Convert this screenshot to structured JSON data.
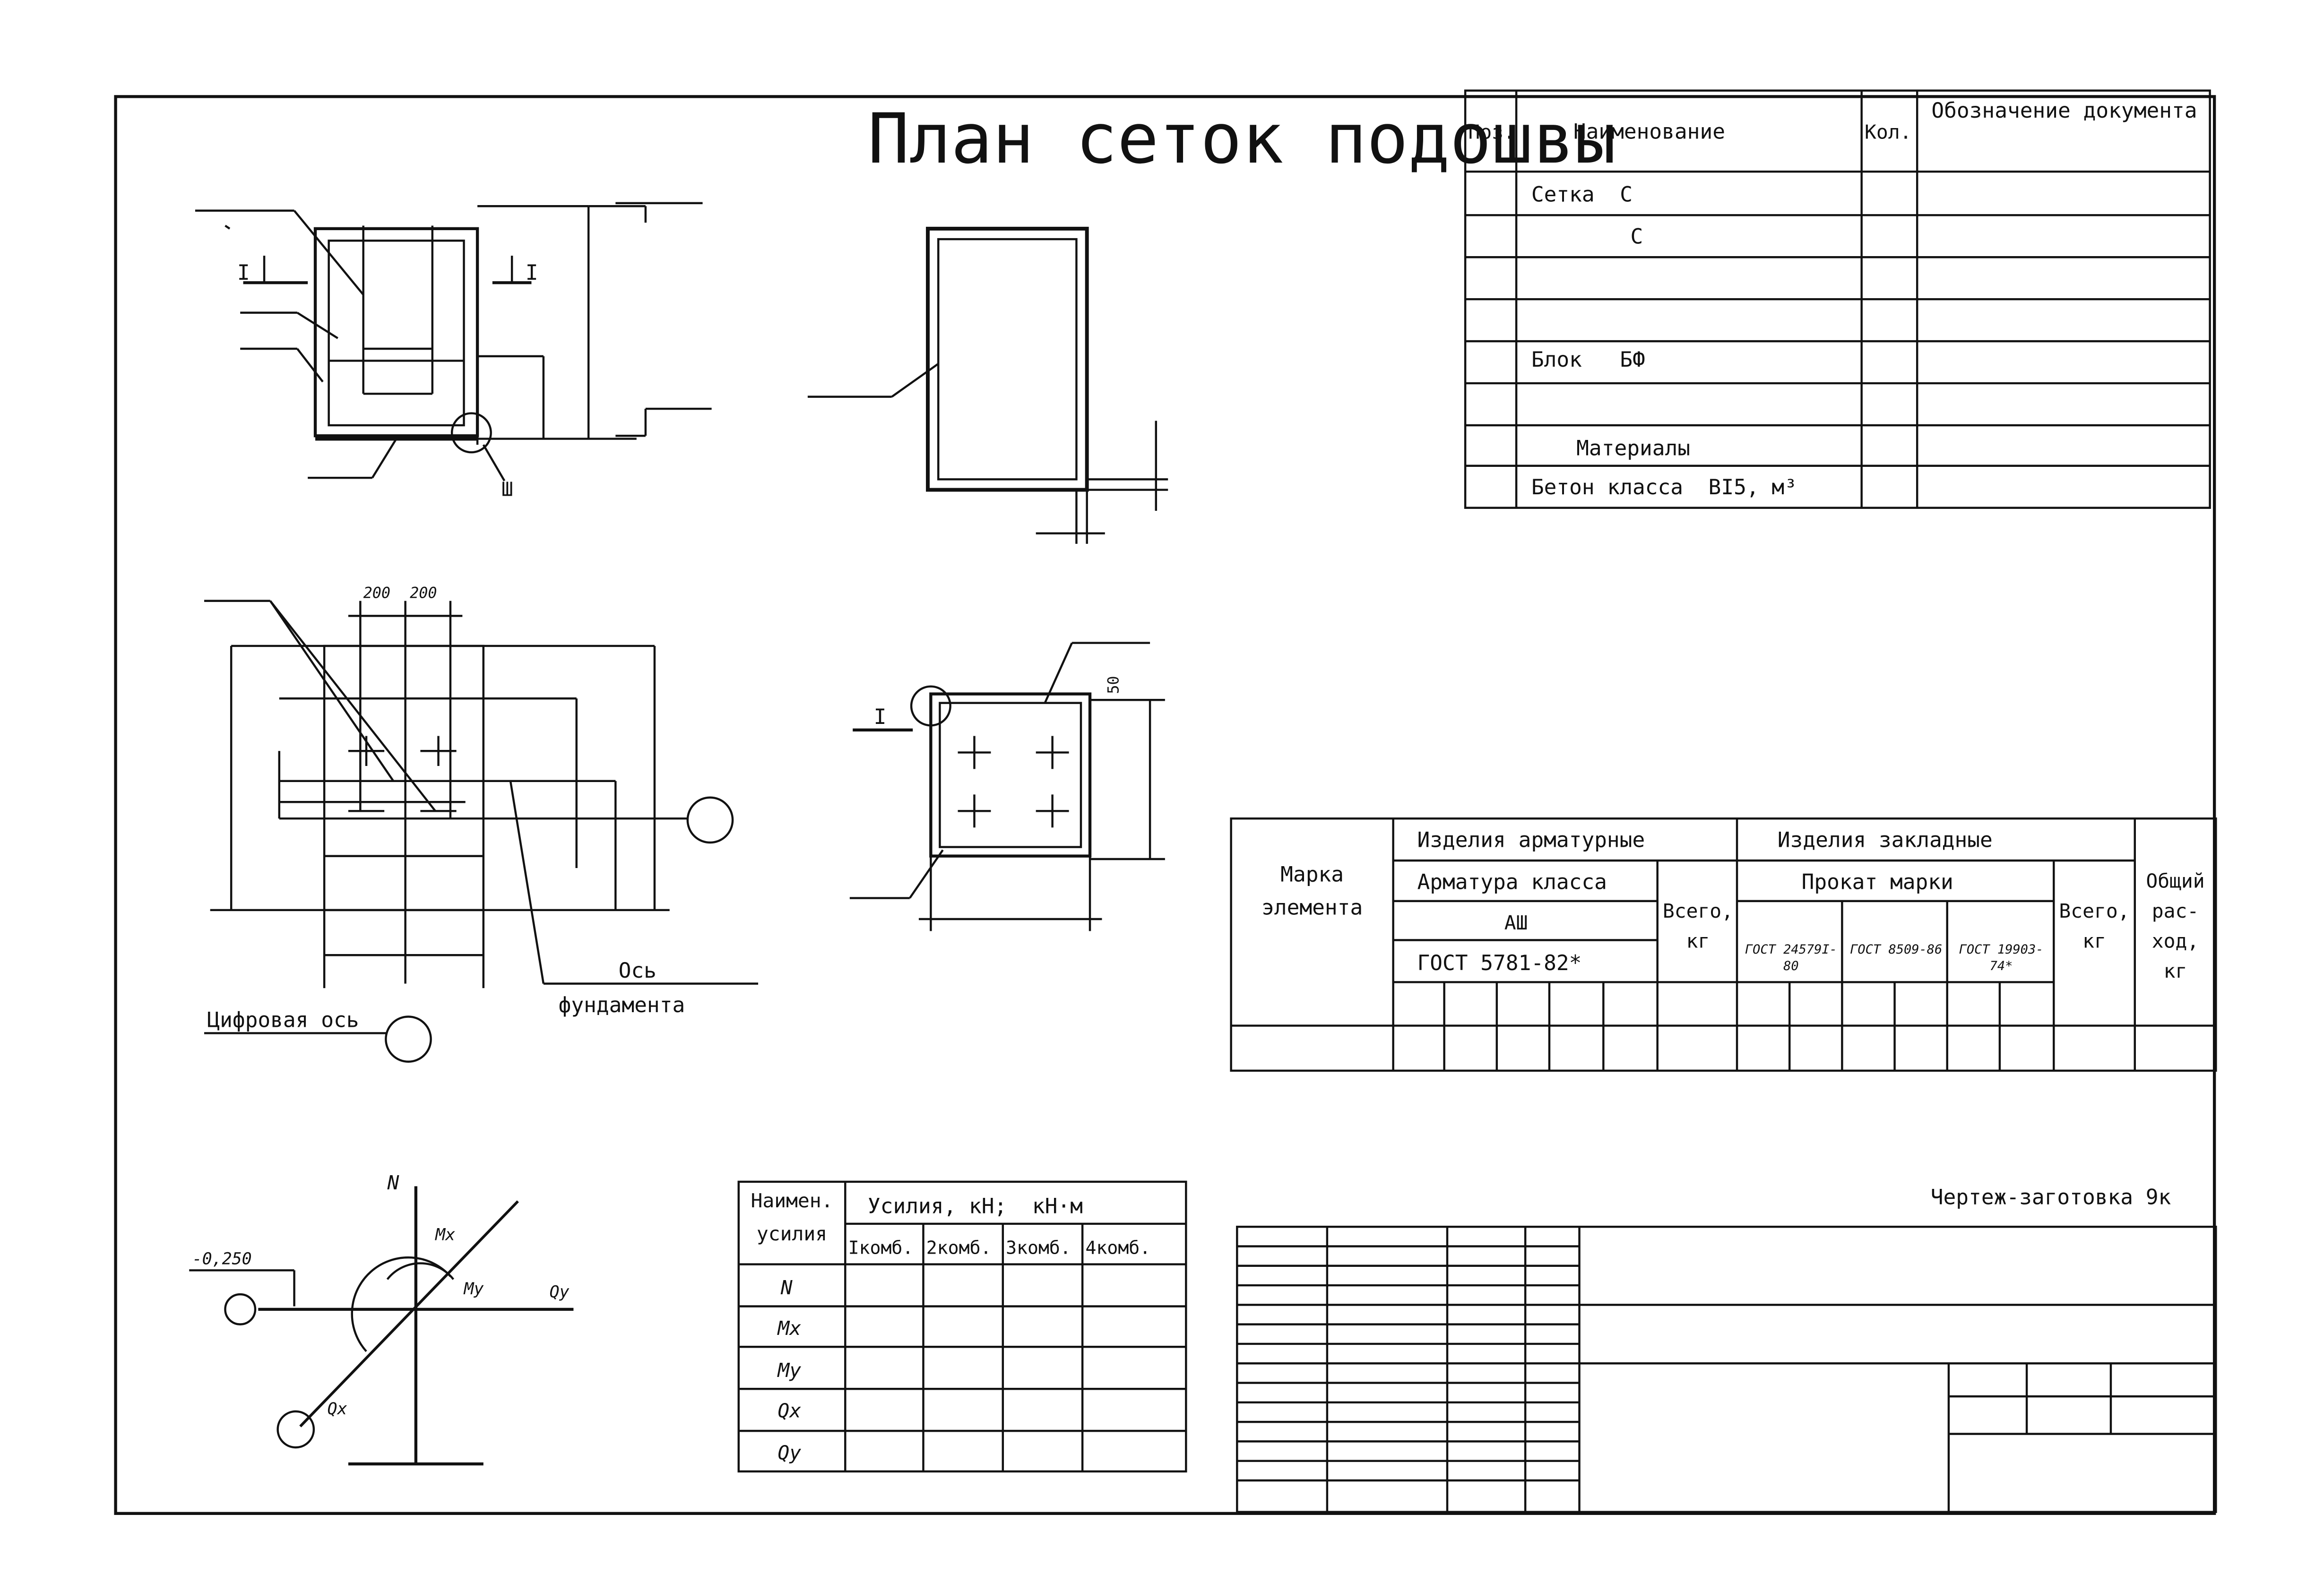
{
  "title_plan": "План сеток подошвы",
  "marks": {
    "section_i_left": "I",
    "section_i_right": "I",
    "node_iii": "Ш",
    "node_i": "I",
    "dim_200_a": "200",
    "dim_200_b": "200",
    "dim_50": "50",
    "axis_label_1": "Ось",
    "axis_label_2": "фундамента",
    "digit_axis": "Цифровая ось",
    "elev": "-0,250"
  },
  "forces_diagram": {
    "n": "N",
    "mx": "Mx",
    "my": "Mу",
    "qy": "Qy",
    "qx": "Qx"
  },
  "spec_table": {
    "headers": [
      "Поз.",
      "Наименование",
      "Кол.",
      "Обозначение документа"
    ],
    "rows": [
      [
        "",
        "Сетка  С",
        "",
        ""
      ],
      [
        "",
        "С",
        "",
        ""
      ],
      [
        "",
        "",
        "",
        ""
      ],
      [
        "",
        "",
        "",
        ""
      ],
      [
        "",
        "Блок   БФ",
        "",
        ""
      ],
      [
        "",
        "",
        "",
        ""
      ],
      [
        "",
        "Материалы",
        "",
        ""
      ],
      [
        "",
        "Бетон класса  BI5, м³",
        "",
        ""
      ]
    ]
  },
  "steel_table": {
    "mark_element": "Марка элемента",
    "group_rebar": "Изделия арматурные",
    "rebar_class": "Арматура класса",
    "rebar_class_value": "АШ",
    "rebar_gost": "ГОСТ 5781-82*",
    "total_1": "Всего, кг",
    "group_embedded": "Изделия закладные",
    "rolled_mark": "Прокат марки",
    "gost_1": "ГОСТ 24579I-80",
    "gost_2": "ГОСТ 8509-86",
    "gost_3": "ГОСТ 19903-74*",
    "total_2": "Всего, кг",
    "overall": "Общий рас- ход, кг"
  },
  "forces_table": {
    "col_name": "Наимен. усилия",
    "col_forces": "Усилия, кН;  кН·м",
    "combos": [
      "Iкомб.",
      "2комб.",
      "3комб.",
      "4комб."
    ],
    "rows": [
      "N",
      "Mx",
      "My",
      "Qx",
      "Qy"
    ]
  },
  "drawing_stamp": "Чертеж-заготовка 9к"
}
